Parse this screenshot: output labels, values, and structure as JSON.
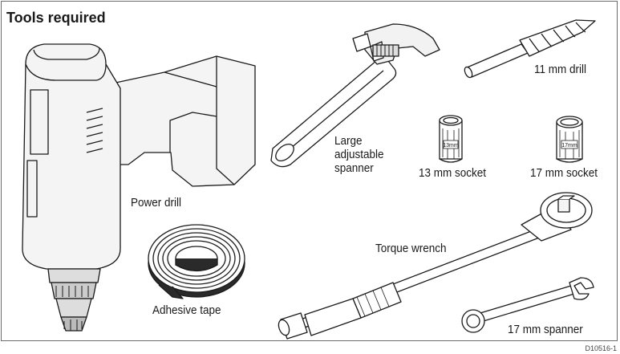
{
  "title": "Tools required",
  "labels": {
    "power_drill": "Power drill",
    "adhesive_tape": "Adhesive tape",
    "adjustable_spanner_line1": "Large",
    "adjustable_spanner_line2": "adjustable",
    "adjustable_spanner_line3": "spanner",
    "drill_bit": "11 mm drill",
    "socket_13": "13 mm socket",
    "socket_17": "17 mm socket",
    "torque_wrench": "Torque wrench",
    "spanner_17": "17 mm spanner"
  },
  "socket_markings": {
    "socket_13": "13mm",
    "socket_17": "17mm"
  },
  "reference_code": "D10516-1"
}
